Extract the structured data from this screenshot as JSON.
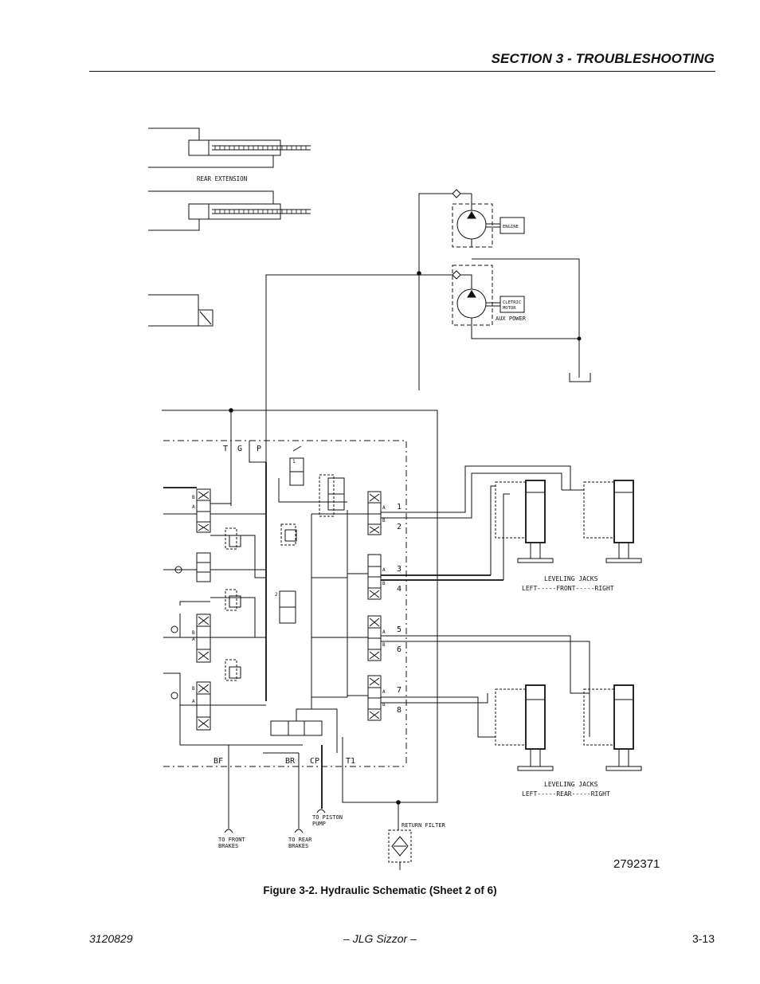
{
  "header": {
    "section_title": "SECTION 3 - TROUBLESHOOTING"
  },
  "schematic": {
    "labels": {
      "rear_extension": "REAR EXTENSION",
      "engine": "ENGINE",
      "motor_line1": "CLETRIC",
      "motor_line2": "MOTOR",
      "aux_power": "AUX POWER",
      "port_t": "T",
      "port_g": "G",
      "port_p": "P",
      "port_bf": "BF",
      "port_br": "BR",
      "port_cp": "CP",
      "port_t1": "T1",
      "valve_a": "A",
      "valve_b": "B",
      "num_1": "1",
      "num_2": "2",
      "num_3": "3",
      "num_4": "4",
      "num_5": "5",
      "num_6": "6",
      "num_7": "7",
      "num_8": "8",
      "small_1": "1",
      "small_2": "2",
      "leveling_jacks_front": "LEVELING JACKS",
      "front_legend": "LEFT-----FRONT-----RIGHT",
      "leveling_jacks_rear": "LEVELING JACKS",
      "rear_legend": "LEFT-----REAR-----RIGHT",
      "to_front_line1": "TO FRONT",
      "to_front_line2": "BRAKES",
      "to_rear_line1": "TO REAR",
      "to_rear_line2": "BRAKES",
      "to_piston_line1": "TO PISTON",
      "to_piston_line2": "PUMP",
      "return_filter": "RETURN FILTER"
    }
  },
  "figure": {
    "drawing_number": "2792371",
    "caption": "Figure 3-2.  Hydraulic Schematic (Sheet 2 of 6)"
  },
  "footer": {
    "doc_number": "3120829",
    "product": "– JLG Sizzor –",
    "page_number": "3-13"
  }
}
